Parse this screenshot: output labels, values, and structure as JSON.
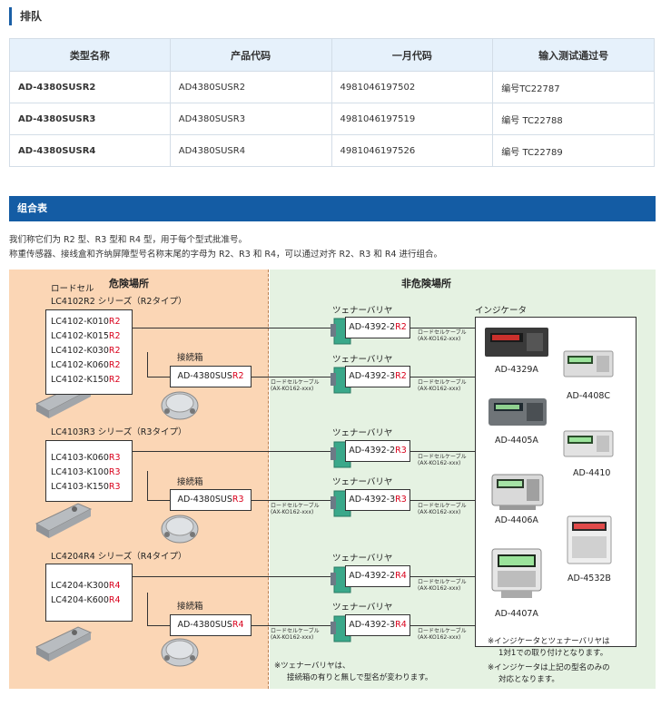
{
  "section1": {
    "title": "排队"
  },
  "table": {
    "headers": [
      "类型名称",
      "产品代码",
      "一月代码",
      "输入测试通过号"
    ],
    "rows": [
      [
        "AD-4380SUSR2",
        "AD4380SUSR2",
        "4981046197502",
        "编号TC22787"
      ],
      [
        "AD-4380SUSR3",
        "AD4380SUSR3",
        "4981046197519",
        "编号 TC22788"
      ],
      [
        "AD-4380SUSR4",
        "AD4380SUSR4",
        "4981046197526",
        "编号 TC22789"
      ]
    ]
  },
  "section2": {
    "title": "组合表",
    "desc1": "我们称它们为 R2 型、R3 型和 R4 型，用于每个型式批准号。",
    "desc2": "称重传感器、接线盒和齐纳屏障型号名称末尾的字母为 R2、R3 和 R4，可以通过对齐 R2、R3 和 R4 进行组合。"
  },
  "diagram": {
    "hazard_title": "危険場所",
    "nonhazard_title": "非危険場所",
    "loadcell_label": "ロードセル",
    "junction_label": "接続箱",
    "barrier_label": "ツェナーバリヤ",
    "indicator_label": "インジケータ",
    "cable_label": "ロードセルケーブル",
    "cable_code": "(AX-KO162-xxx)",
    "groups": [
      {
        "series": "LC4102R2 シリーズ（R2タイプ）",
        "models": [
          {
            "base": "LC4102-K010",
            "suffix": "R2"
          },
          {
            "base": "LC4102-K015",
            "suffix": "R2"
          },
          {
            "base": "LC4102-K030",
            "suffix": "R2"
          },
          {
            "base": "LC4102-K060",
            "suffix": "R2"
          },
          {
            "base": "LC4102-K150",
            "suffix": "R2"
          }
        ],
        "jbox": {
          "base": "AD-4380SUS",
          "suffix": "R2"
        },
        "barriers": [
          {
            "base": "AD-4392-2",
            "suffix": "R2"
          },
          {
            "base": "AD-4392-3",
            "suffix": "R2"
          }
        ]
      },
      {
        "series": "LC4103R3 シリーズ（R3タイプ）",
        "models": [
          {
            "base": "LC4103-K060",
            "suffix": "R3"
          },
          {
            "base": "LC4103-K100",
            "suffix": "R3"
          },
          {
            "base": "LC4103-K150",
            "suffix": "R3"
          }
        ],
        "jbox": {
          "base": "AD-4380SUS",
          "suffix": "R3"
        },
        "barriers": [
          {
            "base": "AD-4392-2",
            "suffix": "R3"
          },
          {
            "base": "AD-4392-3",
            "suffix": "R3"
          }
        ]
      },
      {
        "series": "LC4204R4 シリーズ（R4タイプ）",
        "models": [
          {
            "base": "LC4204-K300",
            "suffix": "R4"
          },
          {
            "base": "LC4204-K600",
            "suffix": "R4"
          }
        ],
        "jbox": {
          "base": "AD-4380SUS",
          "suffix": "R4"
        },
        "barriers": [
          {
            "base": "AD-4392-2",
            "suffix": "R4"
          },
          {
            "base": "AD-4392-3",
            "suffix": "R4"
          }
        ]
      }
    ],
    "indicators": [
      "AD-4329A",
      "AD-4408C",
      "AD-4405A",
      "AD-4410",
      "AD-4406A",
      "AD-4532B",
      "AD-4407A"
    ],
    "note_barrier_1": "※ツェナーバリヤは、",
    "note_barrier_2": "接続箱の有りと無しで型名が変わります。",
    "note_ind_1a": "※インジケータとツェナーバリヤは",
    "note_ind_1b": "1対1での取り付けとなります。",
    "note_ind_2a": "※インジケータは上記の型名のみの",
    "note_ind_2b": "対応となります。",
    "colors": {
      "accent_red": "#d9001b",
      "hazard_bg": "#fbd6b5",
      "safe_bg": "#e5f2e2",
      "brand_blue": "#145ca4"
    }
  }
}
